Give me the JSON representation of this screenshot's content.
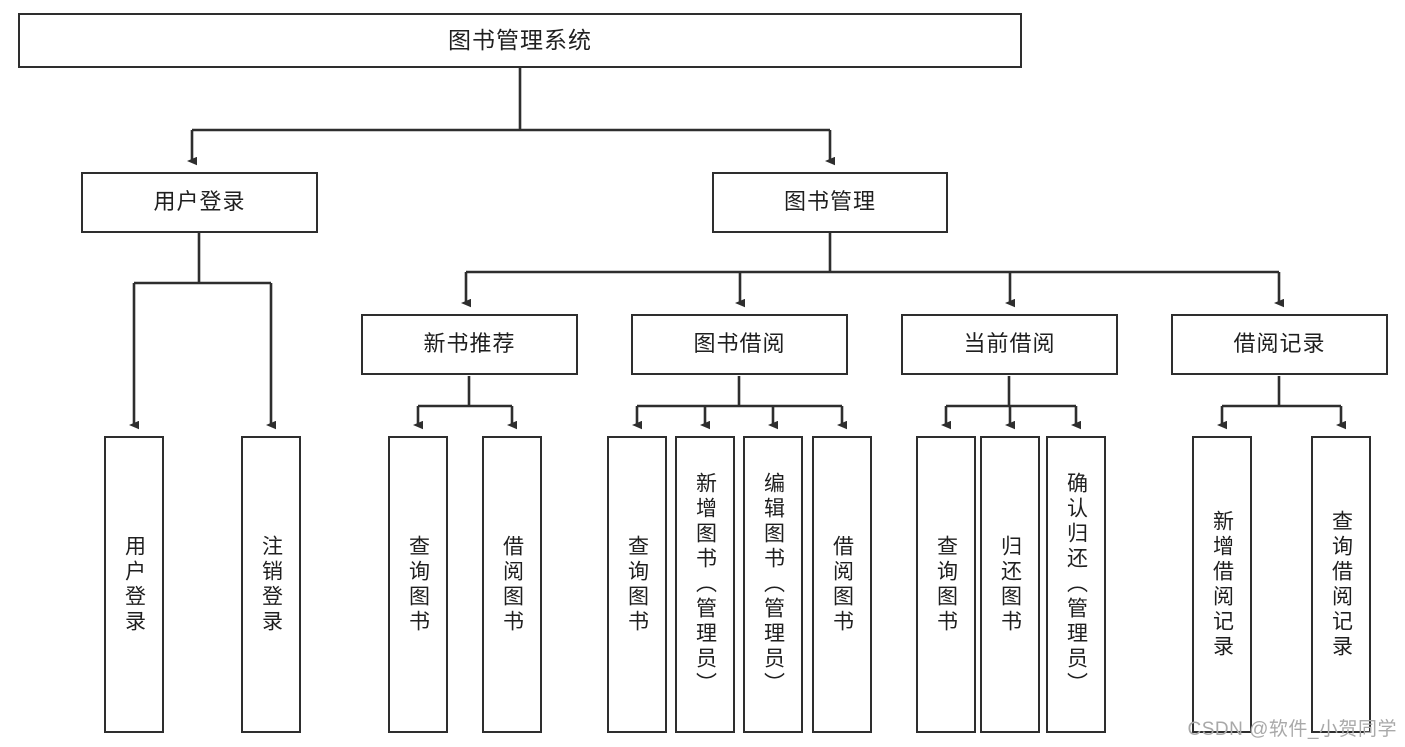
{
  "diagram": {
    "type": "tree-hierarchy-chart",
    "title": "图书管理系统",
    "watermark": "CSDN @软件_小贺同学",
    "colors": {
      "box_border": "#2e2e2e",
      "box_fill": "#ffffff",
      "edge": "#2e2e2e",
      "text": "#1f1f1f",
      "watermark": "#a9a9a9",
      "background": "#ffffff"
    },
    "nodes": {
      "root": {
        "label": "图书管理系统"
      },
      "level2": [
        {
          "label": "用户登录"
        },
        {
          "label": "图书管理"
        }
      ],
      "level3": [
        {
          "label": "新书推荐"
        },
        {
          "label": "图书借阅"
        },
        {
          "label": "当前借阅"
        },
        {
          "label": "借阅记录"
        }
      ],
      "leaves": {
        "user_login": [
          {
            "label": "用户登录"
          },
          {
            "label": "注销登录"
          }
        ],
        "new_book_recommend": [
          {
            "label": "查询图书"
          },
          {
            "label": "借阅图书"
          }
        ],
        "book_borrow": [
          {
            "label": "查询图书"
          },
          {
            "label": "新增图书（管理员）"
          },
          {
            "label": "编辑图书（管理员）"
          },
          {
            "label": "借阅图书"
          }
        ],
        "current_borrow": [
          {
            "label": "查询图书"
          },
          {
            "label": "归还图书"
          },
          {
            "label": "确认归还（管理员）"
          }
        ],
        "borrow_record": [
          {
            "label": "新增借阅记录"
          },
          {
            "label": "查询借阅记录"
          }
        ]
      }
    }
  }
}
